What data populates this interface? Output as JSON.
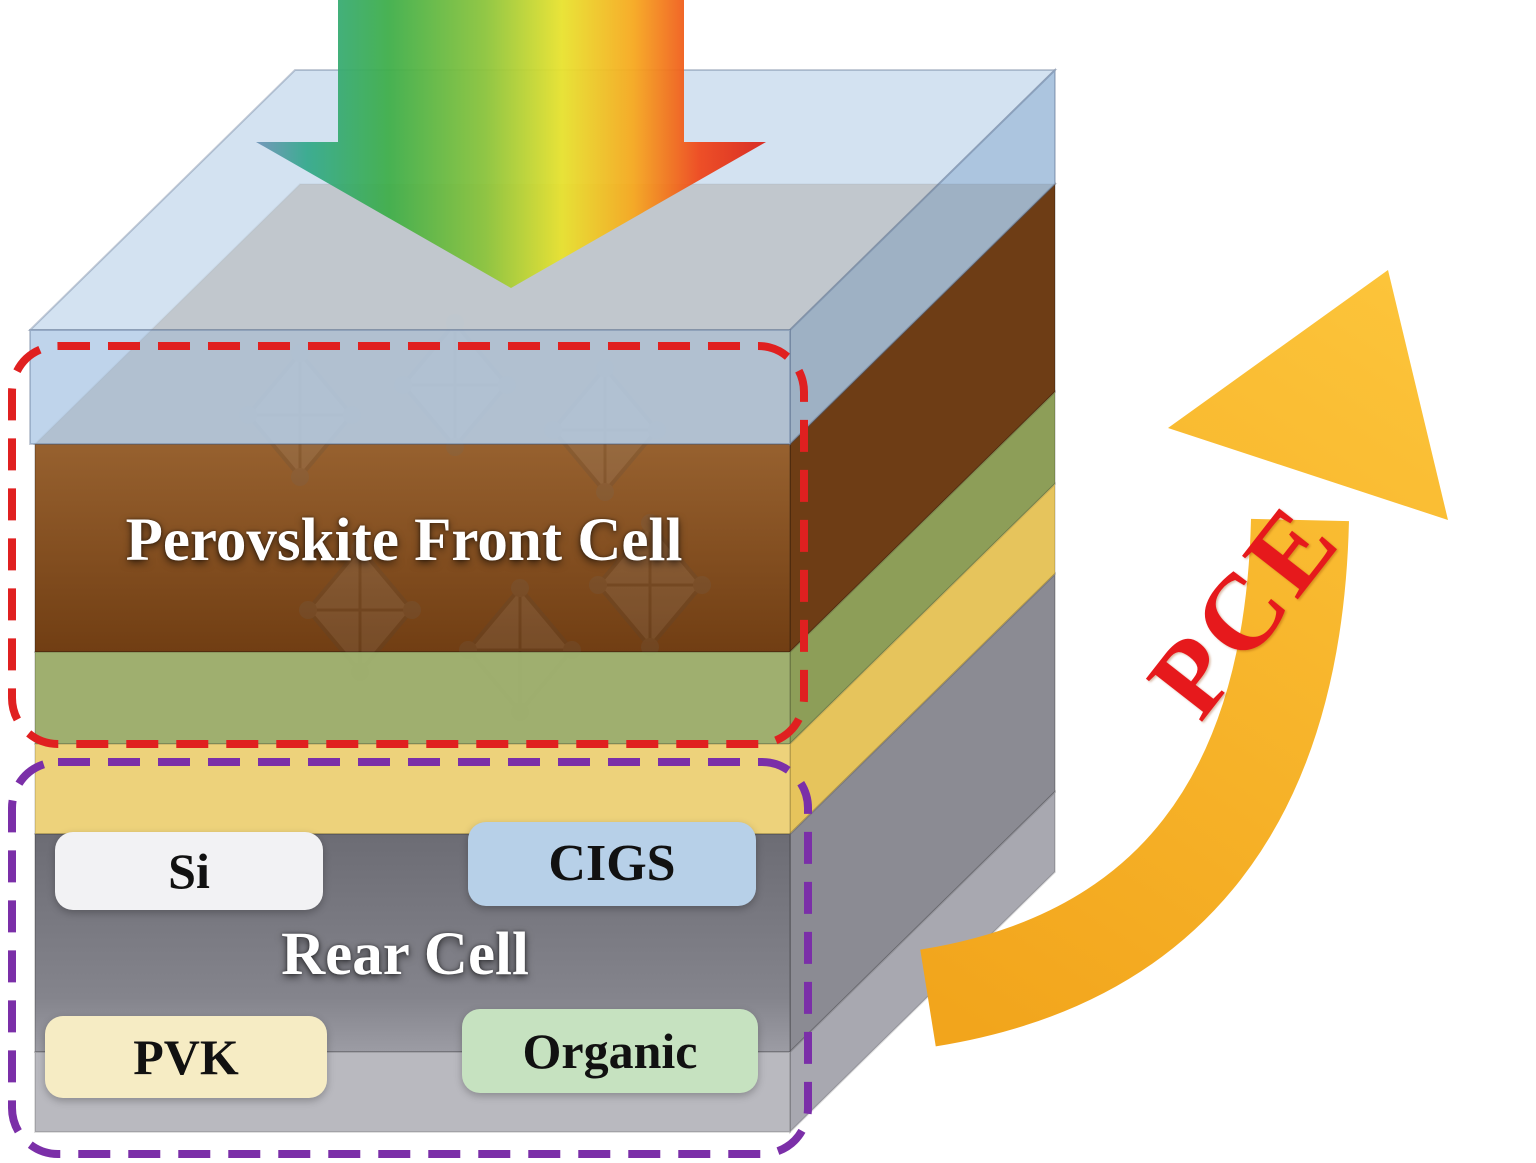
{
  "spectrum_arrow": {
    "name": "incident-light-spectrum",
    "colors": [
      "#6f94b8",
      "#35a98c",
      "#3fae4a",
      "#8cc43c",
      "#e8e22e",
      "#f6a81f",
      "#ee471c",
      "#d8241a"
    ]
  },
  "front_cell": {
    "label": "Perovskite Front Cell",
    "outline_color": "#e02020",
    "layers": [
      {
        "name": "glass-top-layer",
        "color": "#b4cde8"
      },
      {
        "name": "perovskite-absorber-layer",
        "color": "#8a5326"
      },
      {
        "name": "transport-layer-green",
        "color": "#9aab67"
      },
      {
        "name": "recombination-layer-yellow",
        "color": "#edd27b"
      }
    ]
  },
  "rear_cell": {
    "label": "Rear Cell",
    "outline_color": "#7b2fa8",
    "body_color": "#76767e",
    "substrate_color": "#b9b9bf",
    "materials": [
      {
        "label": "Si",
        "color": "#f2f2f4"
      },
      {
        "label": "CIGS",
        "color": "#b7d0e8"
      },
      {
        "label": "PVK",
        "color": "#f6ecc4"
      },
      {
        "label": "Organic",
        "color": "#c6e2c0"
      }
    ]
  },
  "pce": {
    "label": "PCE",
    "text_color": "#e6191c",
    "arrow_color": "#f7b42c"
  }
}
